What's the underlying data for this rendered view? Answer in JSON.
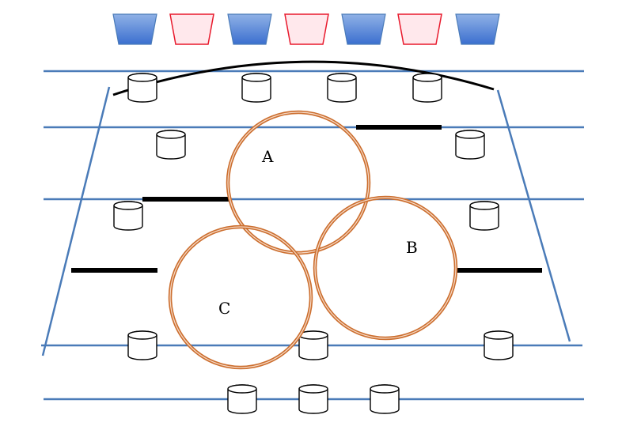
{
  "colors": {
    "background": "#ffffff",
    "line_blue": "#4a7bb8",
    "trap_blue_top": "#8fb1e6",
    "trap_blue_bottom": "#3b6fcf",
    "trap_red_fill": "#ffe8ec",
    "trap_red_stroke": "#e8192c",
    "circle_orange": "#cc6e2e",
    "barrier_black": "#000000",
    "cylinder_stroke": "#000000"
  },
  "top_row": [
    "blue",
    "red",
    "blue",
    "red",
    "blue",
    "red",
    "blue"
  ],
  "circles": [
    {
      "label": "A"
    },
    {
      "label": "B"
    },
    {
      "label": "C"
    }
  ]
}
